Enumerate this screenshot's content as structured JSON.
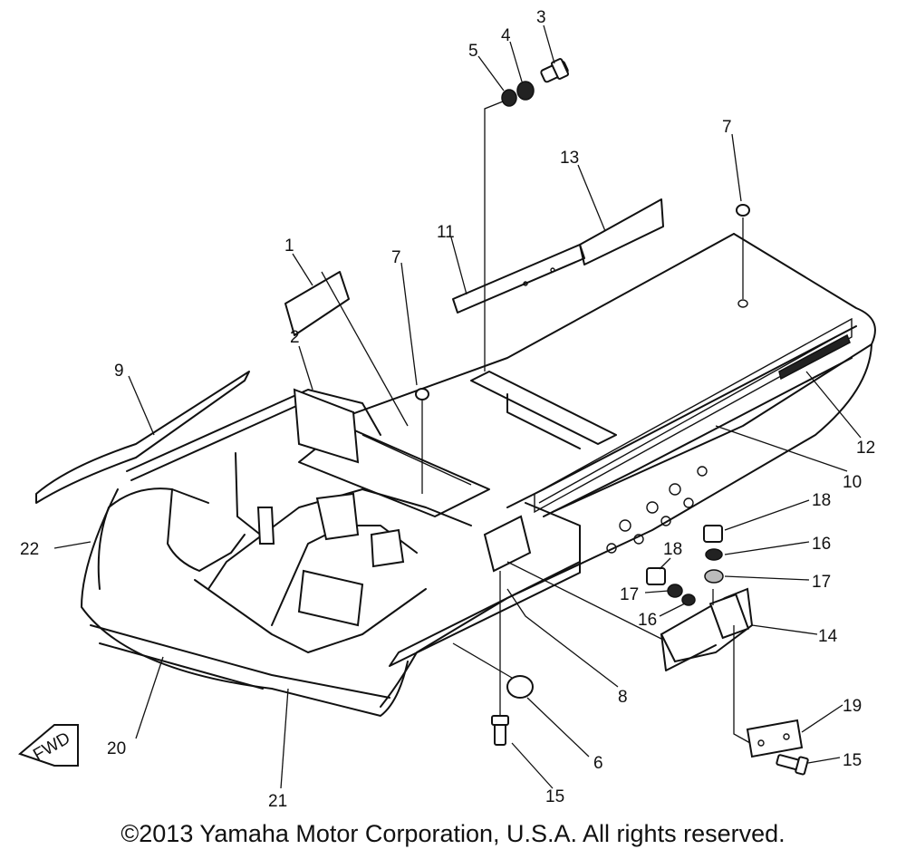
{
  "callouts": {
    "c1": "1",
    "c2": "2",
    "c3": "3",
    "c4": "4",
    "c5": "5",
    "c6": "6",
    "c7a": "7",
    "c7b": "7",
    "c8": "8",
    "c9": "9",
    "c10": "10",
    "c11": "11",
    "c12": "12",
    "c13": "13",
    "c14": "14",
    "c15a": "15",
    "c15b": "15",
    "c16a": "16",
    "c16b": "16",
    "c17a": "17",
    "c17b": "17",
    "c18a": "18",
    "c18b": "18",
    "c19": "19",
    "c20": "20",
    "c21": "21",
    "c22": "22"
  },
  "fwd_label": "FWD",
  "copyright": "©2013 Yamaha Motor Corporation, U.S.A. All rights reserved."
}
